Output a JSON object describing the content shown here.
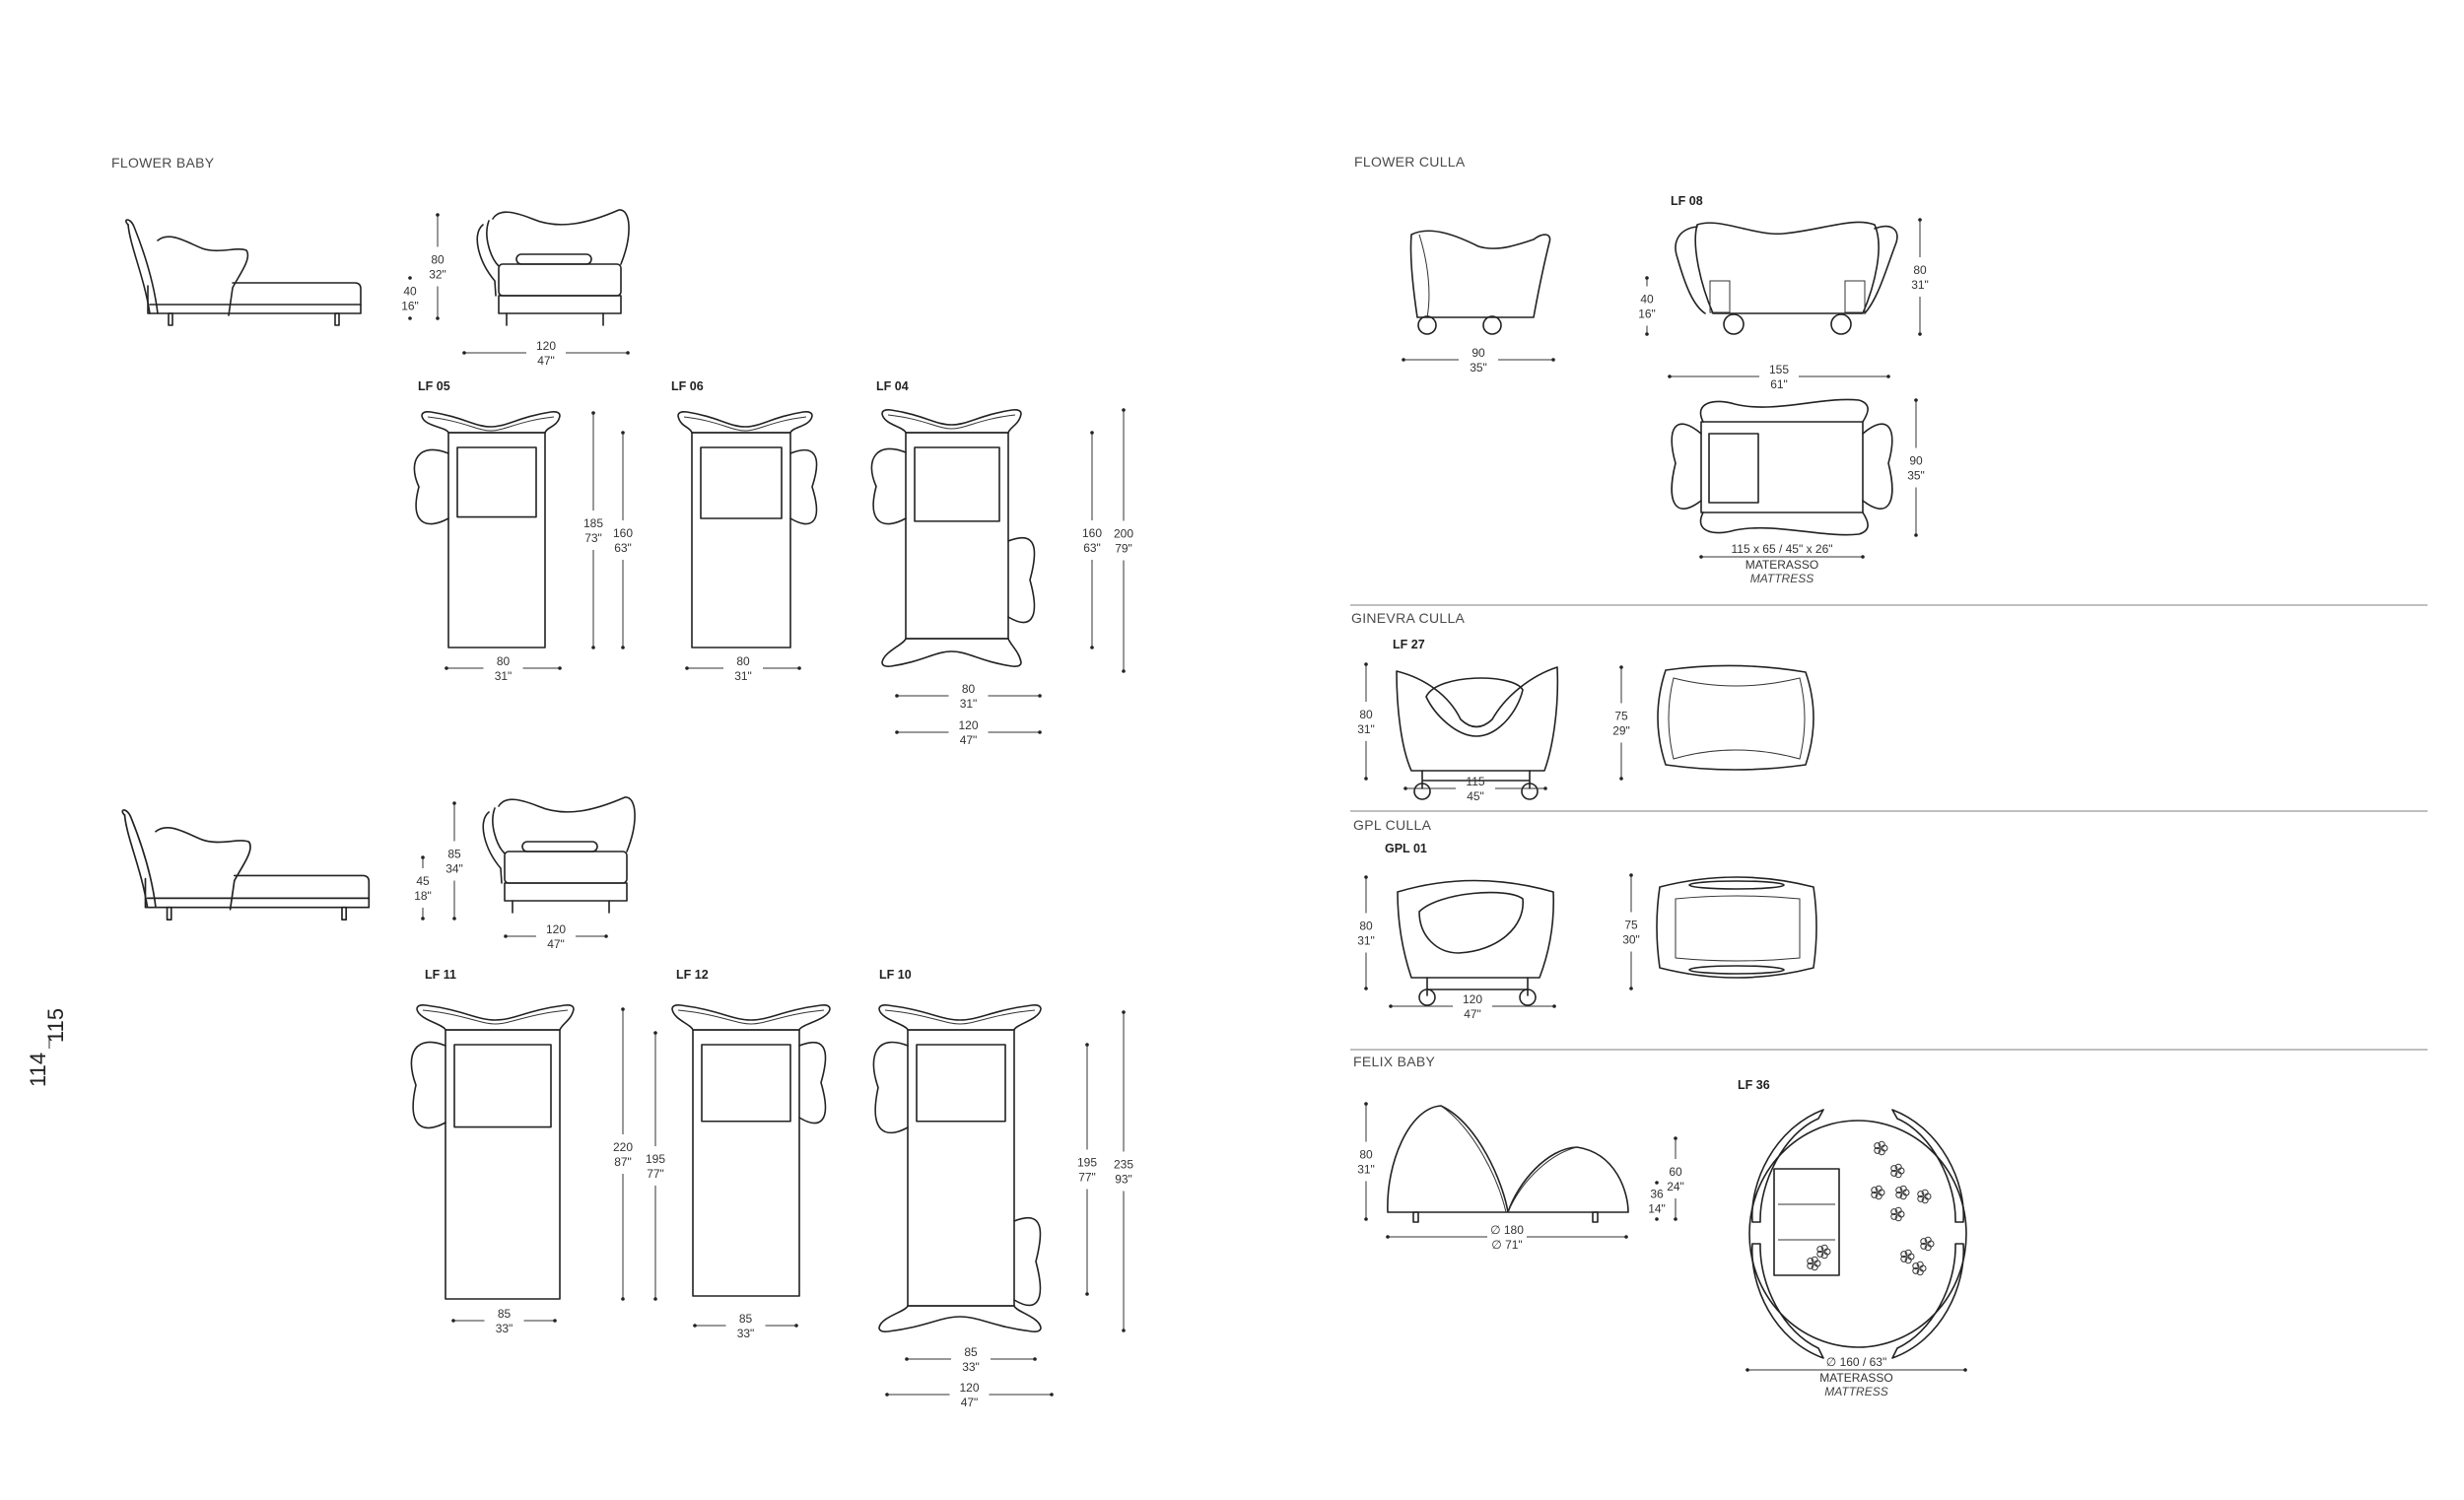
{
  "page_numbers": {
    "left": "114",
    "right": "115"
  },
  "flower_baby": {
    "title": "FLOWER BABY",
    "row1": {
      "seat_height": {
        "cm": "40",
        "in": "16\""
      },
      "total_height": {
        "cm": "80",
        "in": "32\""
      },
      "width": {
        "cm": "120",
        "in": "47\""
      }
    },
    "lf05": {
      "code": "LF 05",
      "length_total": {
        "cm": "185",
        "in": "73\""
      },
      "length_body": {
        "cm": "160",
        "in": "63\""
      },
      "width": {
        "cm": "80",
        "in": "31\""
      }
    },
    "lf06": {
      "code": "LF 06",
      "width": {
        "cm": "80",
        "in": "31\""
      }
    },
    "lf04": {
      "code": "LF 04",
      "length_body": {
        "cm": "160",
        "in": "63\""
      },
      "length_total": {
        "cm": "200",
        "in": "79\""
      },
      "width_body": {
        "cm": "80",
        "in": "31\""
      },
      "width_total": {
        "cm": "120",
        "in": "47\""
      }
    },
    "row2": {
      "seat_height": {
        "cm": "45",
        "in": "18\""
      },
      "total_height": {
        "cm": "85",
        "in": "34\""
      },
      "width": {
        "cm": "120",
        "in": "47\""
      }
    },
    "lf11": {
      "code": "LF 11",
      "length_total": {
        "cm": "220",
        "in": "87\""
      },
      "length_body": {
        "cm": "195",
        "in": "77\""
      },
      "width": {
        "cm": "85",
        "in": "33\""
      }
    },
    "lf12": {
      "code": "LF 12",
      "width": {
        "cm": "85",
        "in": "33\""
      }
    },
    "lf10": {
      "code": "LF 10",
      "length_body": {
        "cm": "195",
        "in": "77\""
      },
      "length_total": {
        "cm": "235",
        "in": "93\""
      },
      "width_body": {
        "cm": "85",
        "in": "33\""
      },
      "width_total": {
        "cm": "120",
        "in": "47\""
      }
    }
  },
  "flower_culla": {
    "title": "FLOWER CULLA",
    "code": "LF 08",
    "side_width": {
      "cm": "90",
      "in": "35\""
    },
    "seat_height": {
      "cm": "40",
      "in": "16\""
    },
    "total_height": {
      "cm": "80",
      "in": "31\""
    },
    "length": {
      "cm": "155",
      "in": "61\""
    },
    "depth": {
      "cm": "90",
      "in": "35\""
    },
    "mattress_size": "115 x 65 / 45\" x 26\"",
    "mattress_it": "MATERASSO",
    "mattress_en": "MATTRESS"
  },
  "ginevra_culla": {
    "title": "GINEVRA CULLA",
    "code": "LF 27",
    "height": {
      "cm": "80",
      "in": "31\""
    },
    "width": {
      "cm": "115",
      "in": "45\""
    },
    "depth": {
      "cm": "75",
      "in": "29\""
    }
  },
  "gpl_culla": {
    "title": "GPL CULLA",
    "code": "GPL 01",
    "height": {
      "cm": "80",
      "in": "31\""
    },
    "width": {
      "cm": "120",
      "in": "47\""
    },
    "depth": {
      "cm": "75",
      "in": "30\""
    }
  },
  "felix_baby": {
    "title": "FELIX BABY",
    "code": "LF 36",
    "height": {
      "cm": "80",
      "in": "31\""
    },
    "seat_height": {
      "cm": "36",
      "in": "14\""
    },
    "side_height": {
      "cm": "60",
      "in": "24\""
    },
    "diameter": {
      "cm": "∅ 180",
      "in": "∅ 71\""
    },
    "mattress_size": "∅ 160 / 63\"",
    "mattress_it": "MATERASSO",
    "mattress_en": "MATTRESS"
  }
}
